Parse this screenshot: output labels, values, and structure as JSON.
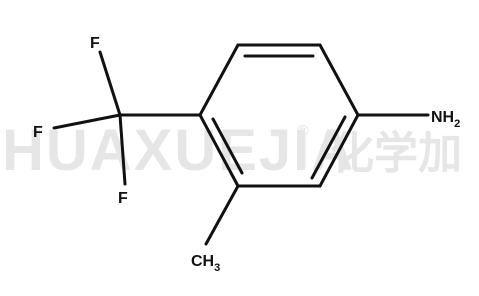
{
  "watermark": {
    "text": "HUAXUEJIA",
    "registered": "®",
    "cjk": "化学加"
  },
  "atoms": {
    "f1": "F",
    "f2": "F",
    "f3": "F",
    "amine": "NH",
    "amine_sub": "2",
    "methyl": "CH",
    "methyl_sub": "3"
  },
  "colors": {
    "bond": "#111111",
    "watermark": "#e6e6e6"
  }
}
